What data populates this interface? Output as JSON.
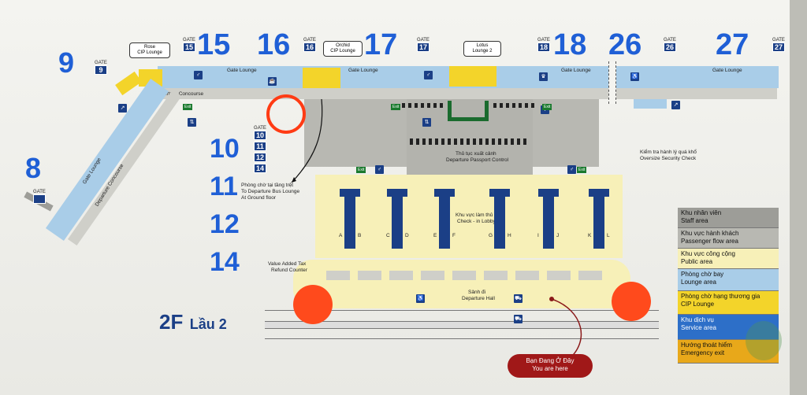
{
  "floor": {
    "label": "2F",
    "label_vn": "Lầu 2"
  },
  "gates_big": {
    "g9": "9",
    "g8": "8",
    "g15": "15",
    "g16": "16",
    "g17": "17",
    "g18": "18",
    "g26": "26",
    "g27": "27",
    "g10": "10",
    "g11": "11",
    "g12": "12",
    "g14": "14"
  },
  "gate_signs": {
    "gate_word": "GATE",
    "s9": "9",
    "s15": "15",
    "s16": "16",
    "s17": "17",
    "s18": "18",
    "s26": "26",
    "s27": "27"
  },
  "bus_gates": [
    "10",
    "11",
    "12",
    "14"
  ],
  "bus_lounge_text": {
    "vn": "Phòng chờ tại tầng trệt",
    "en1": "To Departure Bus Lounge",
    "en2": "At Ground floor"
  },
  "callouts": {
    "rose": [
      "Rose",
      "CIP Lounge"
    ],
    "orchid": [
      "Orchid",
      "CIP Lounge"
    ],
    "lotus": [
      "Lotus",
      "Lounge 2"
    ]
  },
  "areas": {
    "gate_lounge": "Gate Lounge",
    "departure_concourse": "Departure Concourse",
    "passport_vn": "Thủ tục xuất cảnh",
    "passport_en": "Departure Passport Control",
    "oversize_vn": "Kiểm tra hành lý quá khổ",
    "oversize_en": "Oversize Security Check",
    "checkin_vn": "Khu vực làm thủ tục",
    "checkin_en": "Check - in Lobby",
    "vat1": "Value Added Tax",
    "vat2": "Refund Counter",
    "hall_vn": "Sảnh đi",
    "hall_en": "Departure Hall"
  },
  "counters": [
    "A",
    "B",
    "C",
    "D",
    "E",
    "F",
    "G",
    "H",
    "I",
    "J",
    "K",
    "L"
  ],
  "legend": [
    {
      "vn": "Khu nhân viên",
      "en": "Staff area",
      "color": "#9d9d98"
    },
    {
      "vn": "Khu vực hành khách",
      "en": "Passenger flow area",
      "color": "#b8b8b2"
    },
    {
      "vn": "Khu vực công cộng",
      "en": "Public area",
      "color": "#f7f0b8"
    },
    {
      "vn": "Phòng chờ bay",
      "en": "Lounge area",
      "color": "#a9cde8"
    },
    {
      "vn": "Phòng chờ hạng thương gia",
      "en": "CIP Lounge",
      "color": "#f3d42a"
    },
    {
      "vn": "Khu dịch vụ",
      "en": "Service area",
      "color": "#2d6fc8"
    },
    {
      "vn": "Hướng thoát hiểm",
      "en": "Emergency exit",
      "color": "#e8a81a"
    }
  ],
  "you_are_here": {
    "vn": "Bạn Đang Ở Đây",
    "en": "You are here"
  },
  "exit_label": "Exit"
}
